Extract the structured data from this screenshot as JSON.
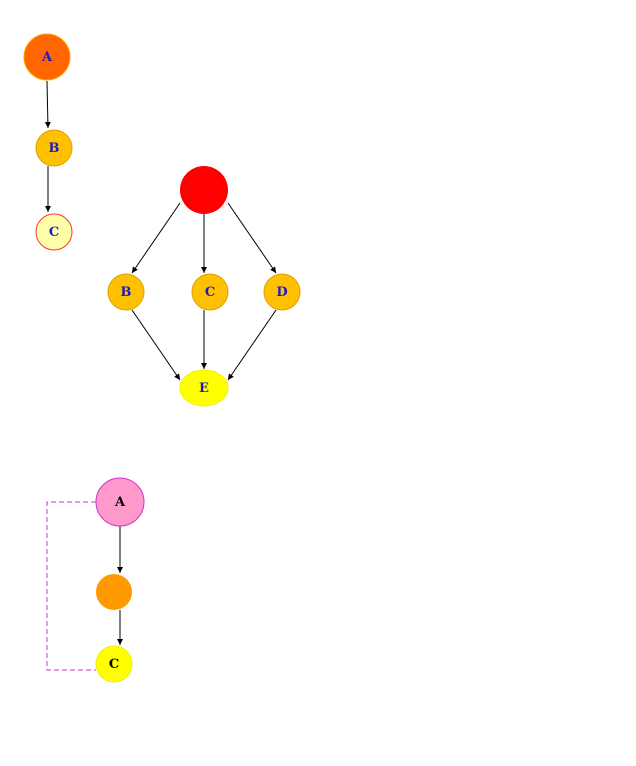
{
  "colors": {
    "edge": "#000000",
    "dashed_link": "#cc33cc",
    "label_blue": "#1a1acc",
    "label_black": "#000000",
    "orange_red": "#ff6600",
    "gold": "#ffc000",
    "pale_yellow": "#ffffaa",
    "red": "#ff0000",
    "yellow": "#ffff00",
    "pink": "#ff99cc",
    "orange": "#ff9900"
  },
  "graph1": {
    "nodes": [
      {
        "id": "A",
        "label": "A"
      },
      {
        "id": "B",
        "label": "B"
      },
      {
        "id": "C",
        "label": "C"
      }
    ]
  },
  "graph2": {
    "nodes": [
      {
        "id": "root",
        "label": ""
      },
      {
        "id": "B",
        "label": "B"
      },
      {
        "id": "C",
        "label": "C"
      },
      {
        "id": "D",
        "label": "D"
      },
      {
        "id": "E",
        "label": "E"
      }
    ]
  },
  "graph3": {
    "nodes": [
      {
        "id": "A",
        "label": "A"
      },
      {
        "id": "mid",
        "label": ""
      },
      {
        "id": "C",
        "label": "C"
      }
    ]
  }
}
